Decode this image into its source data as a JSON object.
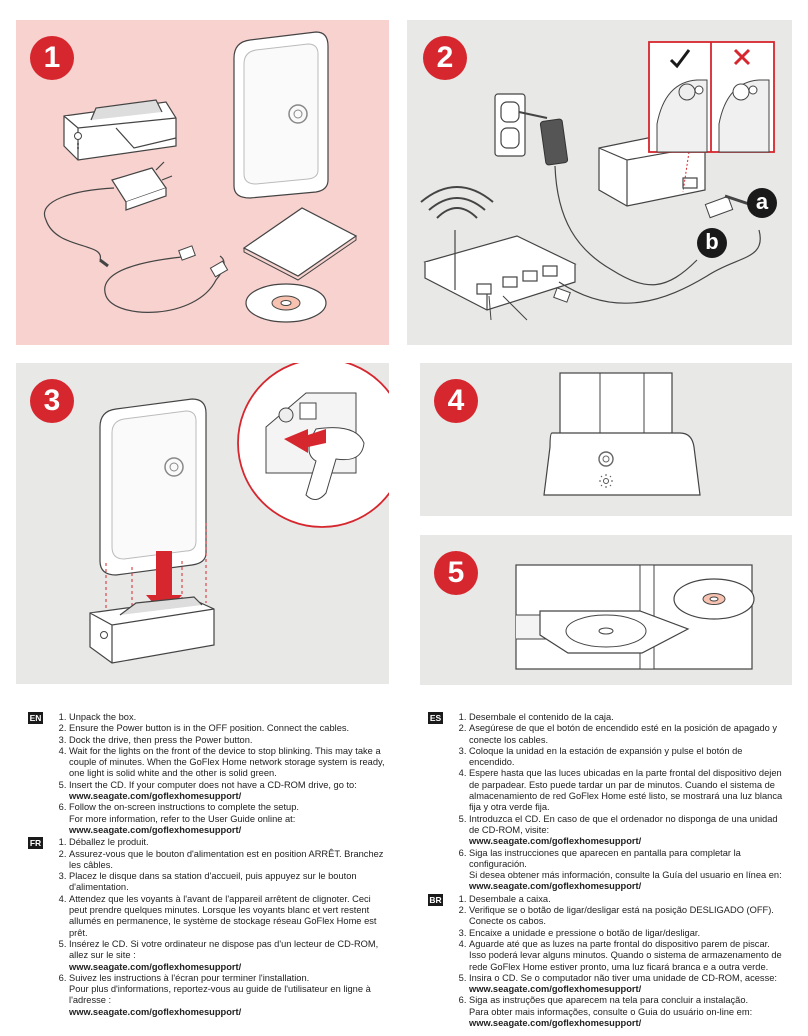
{
  "steps": {
    "s1": "1",
    "s2": "2",
    "s3": "3",
    "s4": "4",
    "s5": "5"
  },
  "callouts": {
    "a": "a",
    "b": "b"
  },
  "colors": {
    "accent": "#d6262e",
    "panel_pink": "#f7d2cf",
    "panel_gray": "#e8e8e7"
  },
  "instructions": {
    "en": {
      "tag": "EN",
      "items": [
        {
          "text": "Unpack the box."
        },
        {
          "text": "Ensure the Power button is in the OFF position. Connect the cables."
        },
        {
          "text": "Dock the drive, then press the Power button."
        },
        {
          "text": "Wait for the lights on the front of the device to stop blinking. This may take a couple of minutes. When the GoFlex Home network storage system is ready, one light is solid white and the other is solid green."
        },
        {
          "text": "Insert the CD. If your computer does not have a CD-ROM drive, go to:",
          "url": "www.seagate.com/goflexhomesupport/"
        },
        {
          "text": "Follow the on-screen instructions to complete the setup.",
          "note": "For more information, refer to the User Guide online at:",
          "url": "www.seagate.com/goflexhomesupport/"
        }
      ]
    },
    "fr": {
      "tag": "FR",
      "items": [
        {
          "text": "Déballez le produit."
        },
        {
          "text": "Assurez-vous que le bouton d'alimentation est en position ARRÊT. Branchez les câbles."
        },
        {
          "text": "Placez le disque dans sa station d'accueil, puis appuyez sur le bouton d'alimentation."
        },
        {
          "text": "Attendez que les voyants à l'avant de l'appareil arrêtent de clignoter. Ceci peut prendre quelques minutes. Lorsque les voyants blanc et vert restent allumés en permanence, le système de stockage réseau GoFlex Home est prêt."
        },
        {
          "text": "Insérez le CD. Si votre ordinateur ne dispose pas d'un lecteur de CD-ROM, allez sur le site :",
          "url": "www.seagate.com/goflexhomesupport/"
        },
        {
          "text": "Suivez les instructions à l'écran pour terminer l'installation.",
          "note": "Pour plus d'informations, reportez-vous au guide de l'utilisateur en ligne à l'adresse :",
          "url": "www.seagate.com/goflexhomesupport/"
        }
      ]
    },
    "es": {
      "tag": "ES",
      "items": [
        {
          "text": "Desembale el contenido de la caja."
        },
        {
          "text": "Asegúrese de que el botón de encendido esté en la posición de apagado y conecte los cables."
        },
        {
          "text": "Coloque la unidad en la estación de expansión y pulse el botón de encendido."
        },
        {
          "text": "Espere hasta que las luces ubicadas en la parte frontal del dispositivo dejen de parpadear. Esto puede tardar un par de minutos. Cuando el sistema de almacenamiento de red GoFlex Home esté listo, se mostrará una luz blanca fija y otra verde fija."
        },
        {
          "text": "Introduzca el CD. En caso de que el ordenador no disponga de una unidad de CD-ROM, visite:",
          "url": "www.seagate.com/goflexhomesupport/"
        },
        {
          "text": "Siga las instrucciones que aparecen en pantalla para completar la configuración.",
          "note": "Si desea obtener más información, consulte la Guía del usuario en línea en:",
          "url": "www.seagate.com/goflexhomesupport/"
        }
      ]
    },
    "br": {
      "tag": "BR",
      "items": [
        {
          "text": "Desembale a caixa."
        },
        {
          "text": "Verifique se o botão de ligar/desligar está na posição DESLIGADO (OFF). Conecte os cabos."
        },
        {
          "text": "Encaixe a unidade e pressione o botão de ligar/desligar."
        },
        {
          "text": "Aguarde até que as luzes na parte frontal do dispositivo parem de piscar. Isso poderá levar alguns minutos. Quando o sistema de armazenamento de rede GoFlex Home estiver pronto, uma luz ficará branca e a outra verde."
        },
        {
          "text": "Insira o CD. Se o computador não tiver uma unidade de CD-ROM, acesse:",
          "url": "www.seagate.com/goflexhomesupport/"
        },
        {
          "text": "Siga as instruções que aparecem na tela para concluir a instalação.",
          "note": "Para obter mais informações, consulte o Guia do usuário on-line em:",
          "url": "www.seagate.com/goflexhomesupport/"
        }
      ]
    }
  }
}
